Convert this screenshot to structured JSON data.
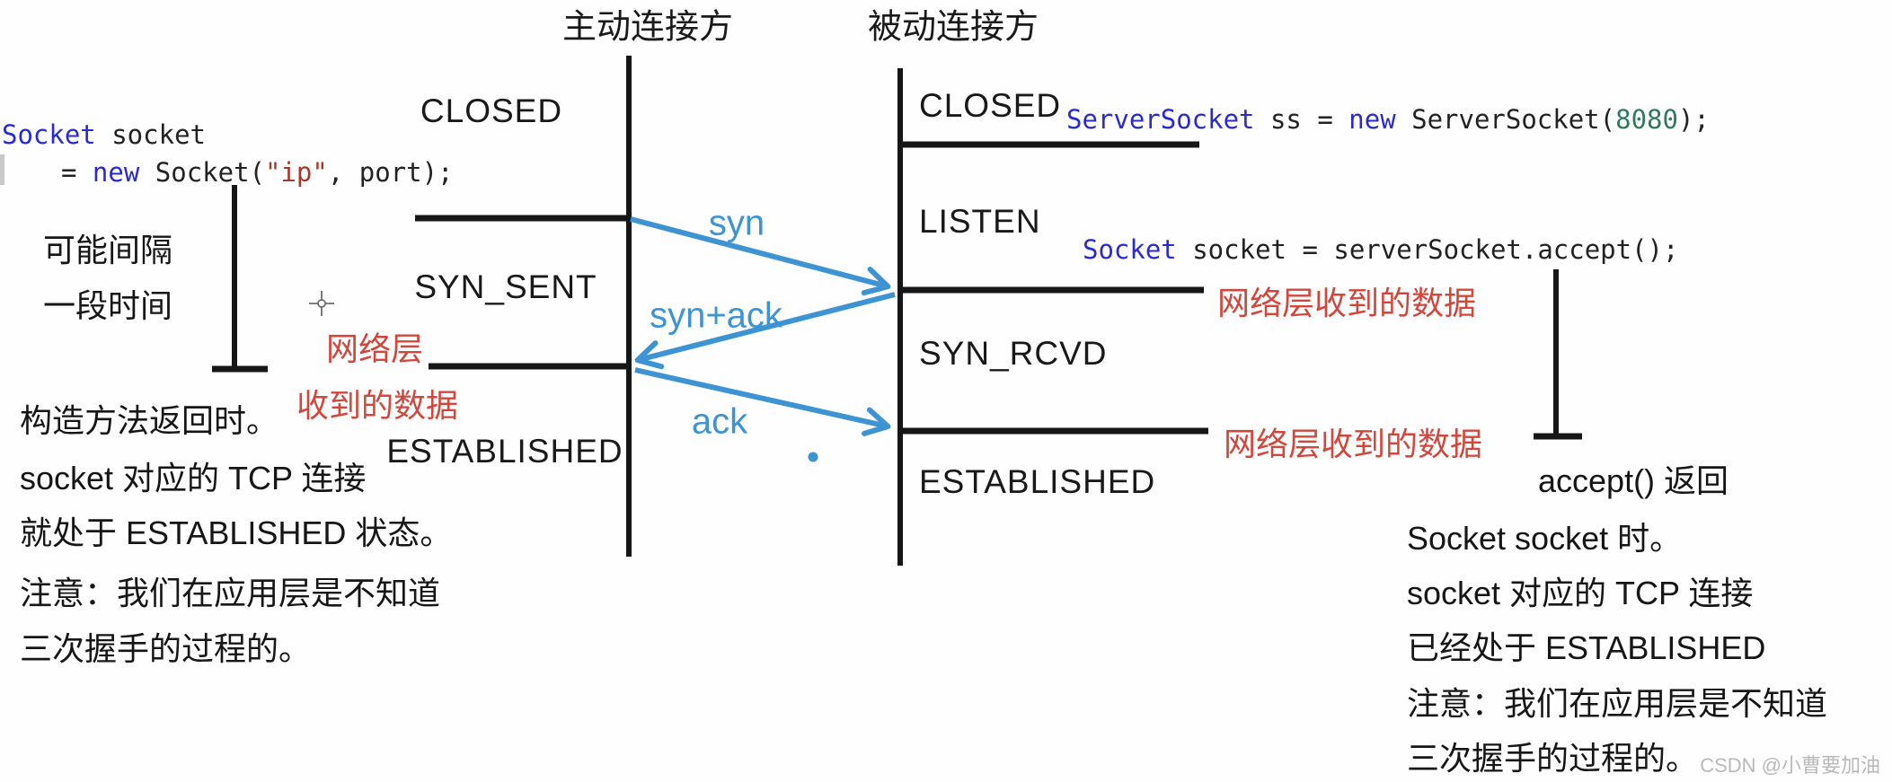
{
  "header": {
    "active": "主动连接方",
    "passive": "被动连接方"
  },
  "client": {
    "states": [
      "CLOSED",
      "SYN_SENT",
      "ESTABLISHED"
    ],
    "code_line1": {
      "kw": "Socket",
      "rest": " socket"
    },
    "code_line2": {
      "eq": "= ",
      "kw_new": "new",
      "mid": " Socket(",
      "str_ip": "\"ip\"",
      "end": ", port);"
    }
  },
  "server": {
    "states": [
      "CLOSED",
      "LISTEN",
      "SYN_RCVD",
      "ESTABLISHED"
    ],
    "code_line1": {
      "kw": "ServerSocket",
      "a": " ss = ",
      "kw_new": "new",
      "b": " ServerSocket(",
      "num": "8080",
      "c": ");"
    },
    "code_line2": {
      "kw": "Socket",
      "rest": " socket = serverSocket.accept();"
    }
  },
  "messages": [
    "syn",
    "syn+ack",
    "ack"
  ],
  "annotations_left": [
    "网络层",
    "收到的数据"
  ],
  "annotations_right": [
    "网络层收到的数据",
    "网络层收到的数据"
  ],
  "interval_note": [
    "可能间隔",
    "一段时间"
  ],
  "note_client": [
    "构造方法返回时。",
    "socket 对应的 TCP 连接",
    "就处于 ESTABLISHED 状态。",
    "注意：我们在应用层是不知道",
    "三次握手的过程的。"
  ],
  "note_server": [
    "accept() 返回",
    "Socket socket 时。",
    "socket 对应的 TCP 连接",
    "已经处于 ESTABLISHED",
    "注意：我们在应用层是不知道",
    "三次握手的过程的。"
  ],
  "watermark": "CSDN @小曹要加油",
  "colors": {
    "arrow_blue": "#3e93d3",
    "annotation_red": "#d2473c",
    "line_black": "#161616",
    "code_keyword_blue": "#2a2ad4",
    "code_string_red": "#a5392c",
    "code_number_green": "#317a5e",
    "watermark_gray": "#b9b9b9"
  }
}
